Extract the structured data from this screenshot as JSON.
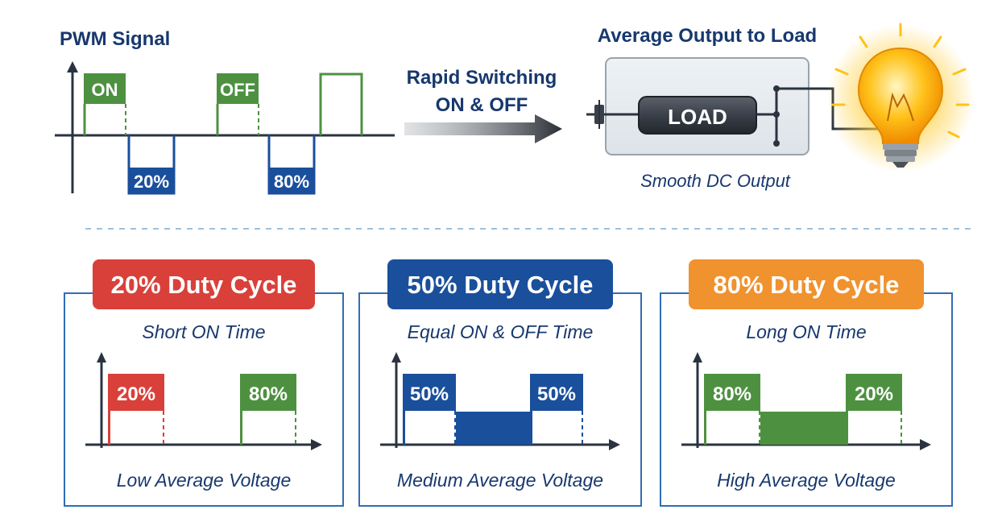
{
  "top": {
    "pwm_title": "PWM Signal",
    "pulse_labels": [
      "ON",
      "OFF"
    ],
    "low_labels": [
      "20%",
      "80%"
    ],
    "arrow_text": [
      "Rapid Switching",
      "ON & OFF"
    ],
    "output_title": "Average Output to Load",
    "load_label": "LOAD",
    "output_caption": "Smooth DC Output"
  },
  "panels": [
    {
      "title": "20% Duty Cycle",
      "subtitle": "Short ON Time",
      "left_label": "20%",
      "right_label": "80%",
      "footer": "Low Average Voltage",
      "accent": "#d9403a",
      "pulse_left": "#d9403a",
      "pulse_right": "#4d9140",
      "fill": ""
    },
    {
      "title": "50% Duty Cycle",
      "subtitle": "Equal ON & OFF Time",
      "left_label": "50%",
      "right_label": "50%",
      "footer": "Medium Average Voltage",
      "accent": "#1a4f9c",
      "pulse_left": "#1a4f9c",
      "pulse_right": "#1a4f9c",
      "fill": "#1a4f9c"
    },
    {
      "title": "80% Duty Cycle",
      "subtitle": "Long ON Time",
      "left_label": "80%",
      "right_label": "20%",
      "footer": "High Average Voltage",
      "accent": "#f0922e",
      "pulse_left": "#4d9140",
      "pulse_right": "#4d9140",
      "fill": "#4d9140"
    }
  ],
  "colors": {
    "navy": "#17386e",
    "green": "#4d9140",
    "blue": "#1a4f9c",
    "axis": "#2b3340",
    "panel_border": "#2f6eb5"
  }
}
